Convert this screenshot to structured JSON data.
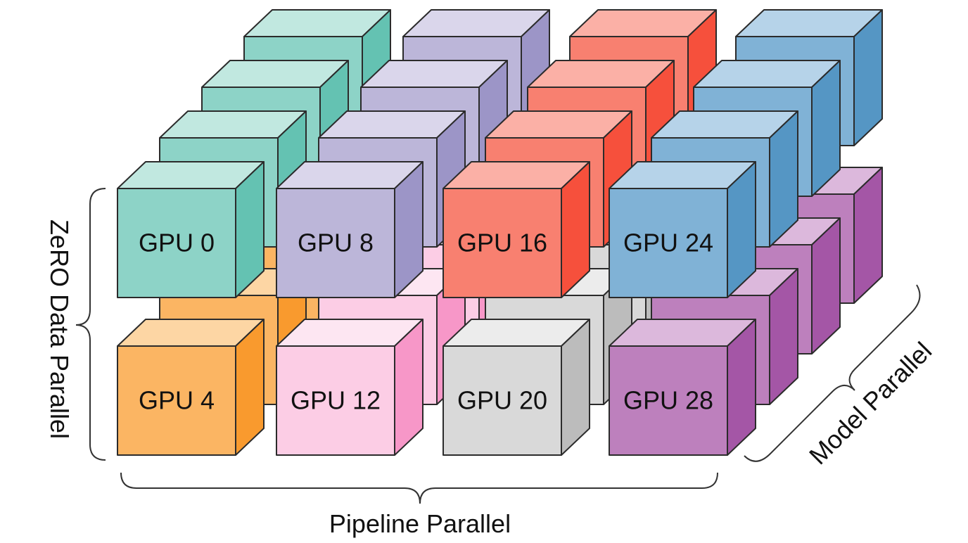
{
  "cube_labels": {
    "front_top": [
      "GPU 0",
      "GPU 8",
      "GPU 16",
      "GPU 24"
    ],
    "front_bottom": [
      "GPU 4",
      "GPU 12",
      "GPU 20",
      "GPU 28"
    ]
  },
  "axes": {
    "vertical": "ZeRO Data Parallel",
    "horizontal": "Pipeline Parallel",
    "depth": "Model Parallel"
  },
  "palettes": {
    "top": [
      {
        "front": "#8dd3c7",
        "top": "#c1e8e0",
        "side": "#64c2b2"
      },
      {
        "front": "#bcb6d9",
        "top": "#dad6eb",
        "side": "#9c95c7"
      },
      {
        "front": "#f88070",
        "top": "#fbb0a6",
        "side": "#f6503c"
      },
      {
        "front": "#80b2d6",
        "top": "#b6d3e9",
        "side": "#5596c4"
      }
    ],
    "bottom": [
      {
        "front": "#fbb563",
        "top": "#fdd6a4",
        "side": "#f99a2e"
      },
      {
        "front": "#fccde5",
        "top": "#fde6f2",
        "side": "#f797c8"
      },
      {
        "front": "#d9d9d9",
        "top": "#ececec",
        "side": "#bcbcbc"
      },
      {
        "front": "#bd80bd",
        "top": "#dcb8dc",
        "side": "#a456a6"
      }
    ]
  }
}
